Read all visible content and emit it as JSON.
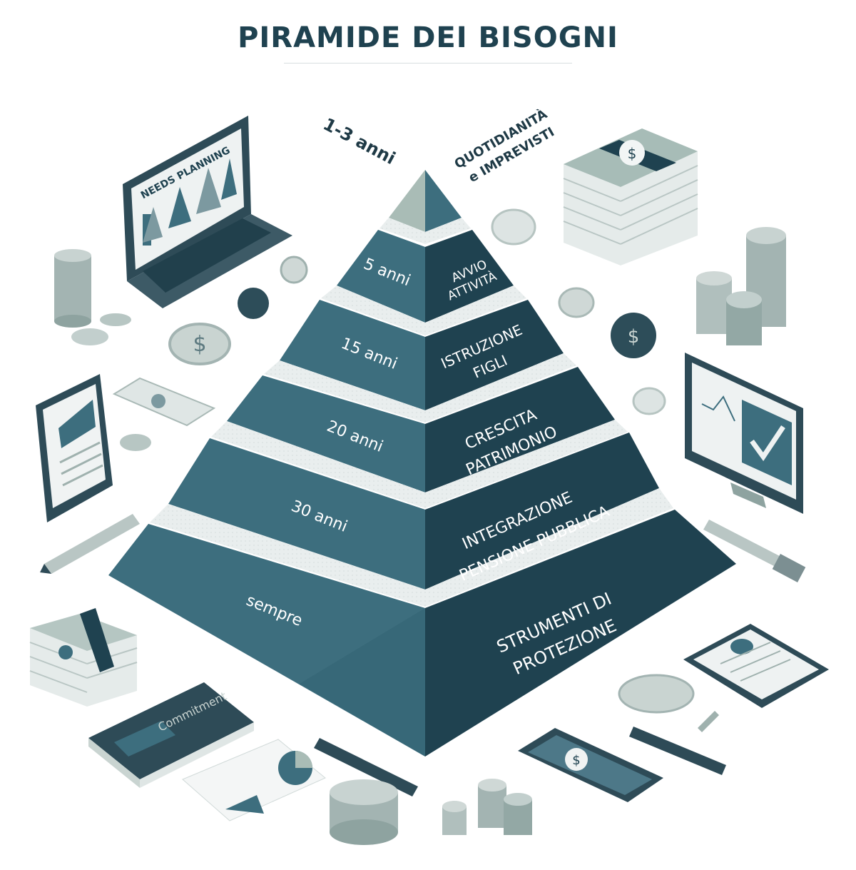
{
  "title": "PIRAMIDE DEI BISOGNI",
  "colors": {
    "dark": "#1f4250",
    "mid": "#3d6e7e",
    "light": "#a9bcb6",
    "stripe": "#e6ecec"
  },
  "pyramid": {
    "top": {
      "left_label": "1-3 anni",
      "right_label_1": "QUOTIDIANITÀ",
      "right_label_2": "e IMPREVISTI"
    },
    "levels": [
      {
        "years": "5 anni",
        "need_1": "AVVIO",
        "need_2": "ATTIVITÀ"
      },
      {
        "years": "15 anni",
        "need_1": "ISTRUZIONE",
        "need_2": "FIGLI"
      },
      {
        "years": "20 anni",
        "need_1": "CRESCITA",
        "need_2": "PATRIMONIO"
      },
      {
        "years": "30 anni",
        "need_1": "INTEGRAZIONE",
        "need_2": "PENSIONE PUBBLICA"
      },
      {
        "years": "sempre",
        "need_1": "STRUMENTI DI",
        "need_2": "PROTEZIONE"
      }
    ]
  },
  "decor": {
    "laptop_screen_text": "NEEDS PLANNING",
    "book_cover_text": "Commitment",
    "phone_text": "$",
    "icons": [
      "laptop-icon",
      "coin-stack-icon",
      "banknote-stack-icon",
      "clipboard-icon",
      "monitor-icon",
      "pen-icon",
      "book-icon",
      "report-icon",
      "tablet-icon",
      "phone-icon",
      "coin-icon"
    ]
  }
}
